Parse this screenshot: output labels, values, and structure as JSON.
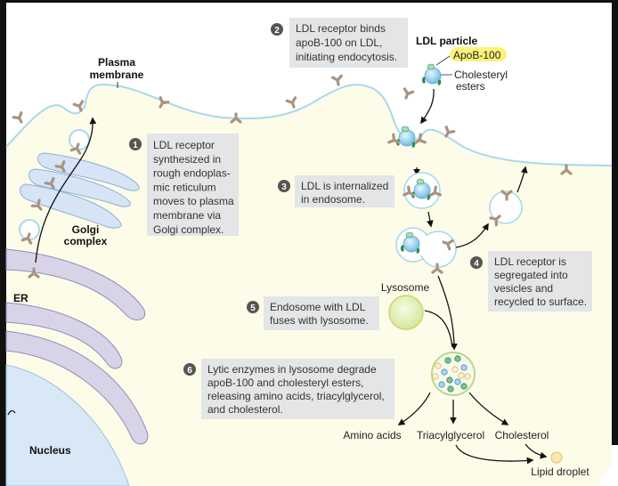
{
  "title": "LDL receptor-mediated endocytosis",
  "colors": {
    "cytoplasm": "#fdfce8",
    "membrane": "#a9d8ec",
    "golgi": "#d6e4f5",
    "er": "#d9d3e8",
    "nucleus": "#d9e8f6",
    "note_box": "#e3e5e6",
    "step_badge": "#555555",
    "apob_highlight": "#fbf27a",
    "receptor": "#a99381",
    "ldl_core": "#9fd3f0",
    "apob": "#3a9a5a",
    "lysosome": "#e6f0c0",
    "lipid_droplet": "#fde7b0"
  },
  "labels": {
    "plasma_membrane_1": "Plasma",
    "plasma_membrane_2": "membrane",
    "ldl_particle": "LDL particle",
    "apob100": "ApoB-100",
    "cholesteryl_1": "Cholesteryl",
    "cholesteryl_2": "esters",
    "golgi_1": "Golgi",
    "golgi_2": "complex",
    "er": "ER",
    "nucleus": "Nucleus",
    "lysosome": "Lysosome",
    "amino_acids": "Amino acids",
    "triacylglycerol": "Triacylglycerol",
    "cholesterol": "Cholesterol",
    "lipid_droplet": "Lipid droplet"
  },
  "steps": [
    {
      "num": "1",
      "lines": [
        "LDL receptor",
        "synthesized in",
        "rough endoplas-",
        "mic reticulum",
        "moves to plasma",
        "membrane via",
        "Golgi complex."
      ]
    },
    {
      "num": "2",
      "lines": [
        "LDL receptor binds",
        "apoB-100 on LDL,",
        "initiating endocytosis."
      ]
    },
    {
      "num": "3",
      "lines": [
        "LDL is internalized",
        "in endosome."
      ]
    },
    {
      "num": "4",
      "lines": [
        "LDL receptor is",
        "segregated into",
        "vesicles and",
        "recycled to surface."
      ]
    },
    {
      "num": "5",
      "lines": [
        "Endosome with LDL",
        "fuses with lysosome."
      ]
    },
    {
      "num": "6",
      "lines": [
        "Lytic enzymes in lysosome degrade",
        "apoB-100 and cholesteryl esters,",
        "releasing amino acids, triacylglycerol,",
        "and cholesterol."
      ]
    }
  ]
}
